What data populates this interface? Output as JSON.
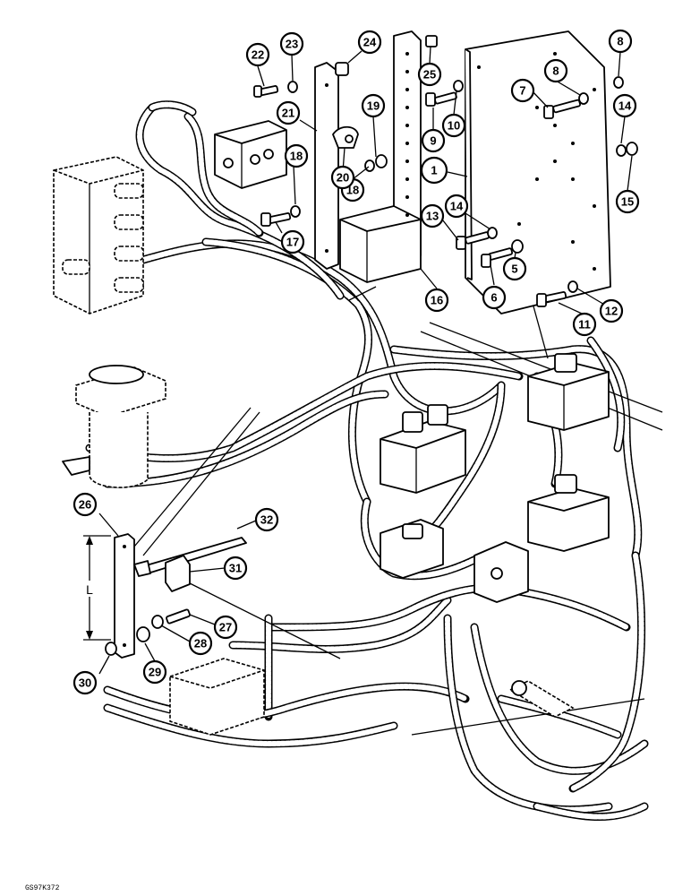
{
  "figure": {
    "reference_code": "GS97K372",
    "dimension_label": "L"
  },
  "callouts": [
    {
      "id": "1",
      "label": "1"
    },
    {
      "id": "5",
      "label": "5"
    },
    {
      "id": "6",
      "label": "6"
    },
    {
      "id": "7",
      "label": "7"
    },
    {
      "id": "8a",
      "label": "8"
    },
    {
      "id": "8b",
      "label": "8"
    },
    {
      "id": "9",
      "label": "9"
    },
    {
      "id": "10",
      "label": "10"
    },
    {
      "id": "11",
      "label": "11"
    },
    {
      "id": "12",
      "label": "12"
    },
    {
      "id": "13",
      "label": "13"
    },
    {
      "id": "14a",
      "label": "14"
    },
    {
      "id": "14b",
      "label": "14"
    },
    {
      "id": "15",
      "label": "15"
    },
    {
      "id": "16",
      "label": "16"
    },
    {
      "id": "17",
      "label": "17"
    },
    {
      "id": "18a",
      "label": "18"
    },
    {
      "id": "18b",
      "label": "18"
    },
    {
      "id": "19",
      "label": "19"
    },
    {
      "id": "20",
      "label": "20"
    },
    {
      "id": "21",
      "label": "21"
    },
    {
      "id": "22",
      "label": "22"
    },
    {
      "id": "23",
      "label": "23"
    },
    {
      "id": "24",
      "label": "24"
    },
    {
      "id": "25",
      "label": "25"
    },
    {
      "id": "26",
      "label": "26"
    },
    {
      "id": "27",
      "label": "27"
    },
    {
      "id": "28",
      "label": "28"
    },
    {
      "id": "29",
      "label": "29"
    },
    {
      "id": "30",
      "label": "30"
    },
    {
      "id": "31",
      "label": "31"
    },
    {
      "id": "32",
      "label": "32"
    }
  ]
}
